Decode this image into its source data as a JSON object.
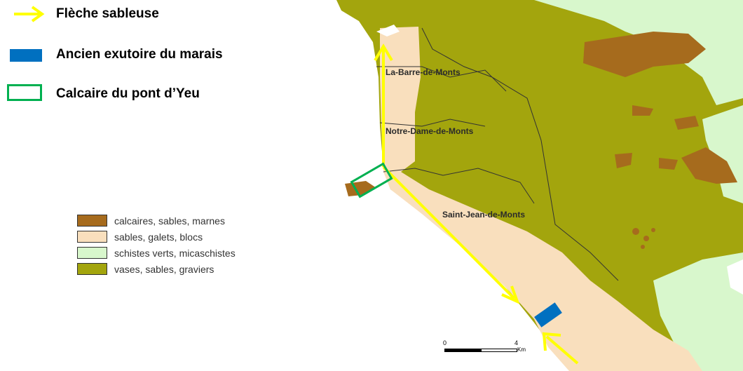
{
  "legend_top": {
    "items": [
      {
        "label": "Flèche sableuse",
        "symbol": "yellow-arrow",
        "color": "#ffff00"
      },
      {
        "label": "Ancien exutoire du marais",
        "symbol": "blue-rectangle",
        "color": "#0070c0"
      },
      {
        "label": "Calcaire du pont d’Yeu",
        "symbol": "green-outline",
        "color": "#00b050"
      }
    ]
  },
  "legend_geology": {
    "items": [
      {
        "label": "calcaires, sables, marnes",
        "color": "#a66b1d"
      },
      {
        "label": "sables, galets, blocs",
        "color": "#f9dfbd"
      },
      {
        "label": "schistes verts, micaschistes",
        "color": "#d8f7cc"
      },
      {
        "label": "vases, sables, graviers",
        "color": "#a3a50d"
      }
    ]
  },
  "map": {
    "places": [
      {
        "name": "La-Barre-de-Monts"
      },
      {
        "name": "Notre-Dame-de-Monts"
      },
      {
        "name": "Saint-Jean-de-Monts"
      }
    ],
    "scale": {
      "start": "0",
      "end": "4",
      "unit": "Km"
    }
  }
}
